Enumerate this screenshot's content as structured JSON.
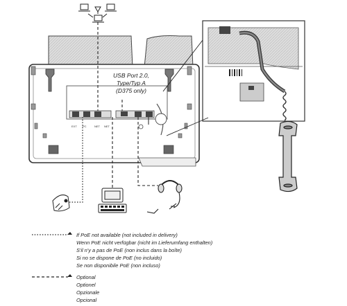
{
  "usb_note": {
    "line1": "USB Port 2.0,",
    "line2": "Type/Typ A",
    "line3": "(D375 only)"
  },
  "port_labels": [
    "EXT",
    "PC",
    "NET",
    "NET"
  ],
  "legend": {
    "poe": [
      "If PoE not available (not included in delivery)",
      "Wenn PoE nicht verfügbar (nicht im Lieferumfang enthalten)",
      "S'il n'y a pas de PoE (non inclus dans la boîte)",
      "Si no se dispone de PoE (no incluido)",
      "Se non disponibile PoE (non incluso)"
    ],
    "optional": [
      "Optional",
      "Optionel",
      "Opzionale",
      "Opcional"
    ]
  }
}
